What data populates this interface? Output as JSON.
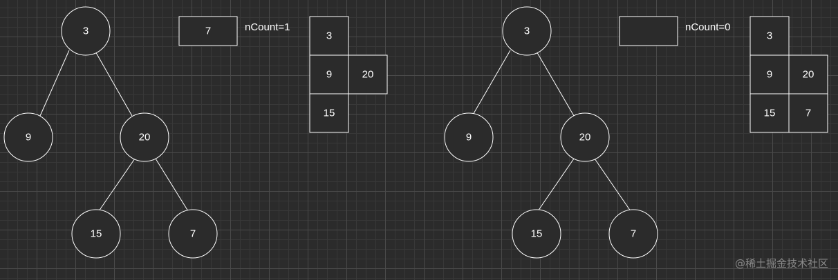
{
  "left": {
    "tree": {
      "root": "3",
      "left_child": "9",
      "right_child": "20",
      "right_left": "15",
      "right_right": "7"
    },
    "current_box": "7",
    "count_label": "nCount=1",
    "grid": {
      "r0c0": "3",
      "r1c0": "9",
      "r1c1": "20",
      "r2c0": "15"
    }
  },
  "right": {
    "tree": {
      "root": "3",
      "left_child": "9",
      "right_child": "20",
      "right_left": "15",
      "right_right": "7"
    },
    "current_box": "",
    "count_label": "nCount=0",
    "grid": {
      "r0c0": "3",
      "r1c0": "9",
      "r1c1": "20",
      "r2c0": "15",
      "r2c1": "7"
    }
  },
  "watermark": "@稀土掘金技术社区",
  "colors": {
    "background": "#2b2b2b",
    "stroke": "#ffffff",
    "text": "#ffffff"
  }
}
